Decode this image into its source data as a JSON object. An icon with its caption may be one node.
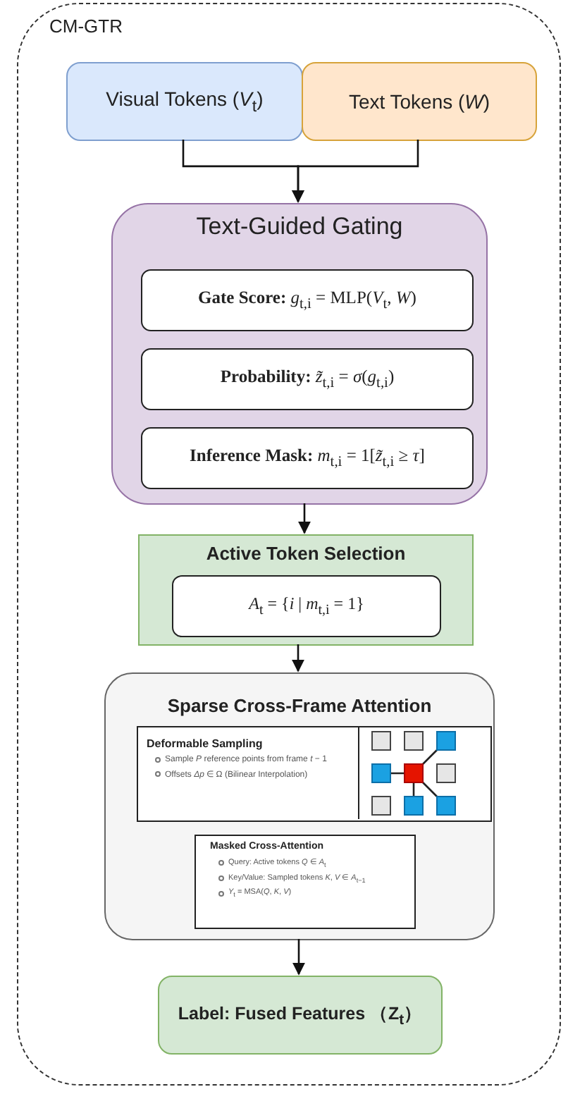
{
  "diagram": {
    "nodes": [
      {
        "text": [
          "CM-GTR"
        ]
      },
      {
        "text": [
          "Visual Tokens (*V*$_{t}$)"
        ],
        "in": 0
      },
      {
        "text": [
          "Text Tokens (*W*)"
        ],
        "in": 0
      },
      {
        "text": [
          "Text-Guided Gating"
        ],
        "in": 0
      },
      {
        "text": [
          "**Gate Score:** *g*$_{t,i}$ = MLP(*V*$_{t}$, *W*)"
        ],
        "in": 3
      },
      {
        "text": [
          "**Probability:** *z̃*$_{t,i}$ = *σ*(*g*$_{t,i}$)"
        ],
        "in": 3
      },
      {
        "text": [
          "**Inference Mask:** *m*$_{t,i}$ = 1[*z̃*$_{t,i}$ ≥ *τ*]"
        ],
        "in": 3
      },
      {
        "text": [
          "Active Token Selection"
        ],
        "in": 0
      },
      {
        "text": [
          "*A*$_{t}$ = {*i* | *m*$_{t,i}$ = 1}"
        ],
        "in": 7
      },
      {
        "text": [
          "Sparse Cross-Frame Attention"
        ],
        "in": 0
      },
      {
        "text": [
          "Deformable Sampling",
          "Sample *P* reference points from frame *t* − 1",
          "Offsets *Δp* ∈ Ω (Bilinear Interpolation)"
        ],
        "in": 9
      },
      {
        "text": [
          "Masked Cross-Attention",
          "Query: Active tokens *Q* ∈ *A*$_{t}$",
          "Key/Value: Sampled tokens *K*, *V* ∈ *A*$_{t−1}$",
          "*Y*$_{t}$ = MSA(*Q*, *K*, *V*)"
        ],
        "in": 9
      },
      {
        "text": [
          "Label: Fused Features （Z$_{t}$）"
        ],
        "in": 0
      }
    ],
    "edges": [
      {
        "from": 1,
        "to": 3,
        "arrow": "to"
      },
      {
        "from": 2,
        "to": 3,
        "arrow": "to"
      },
      {
        "from": 3,
        "to": 7,
        "arrow": "to"
      },
      {
        "from": 7,
        "to": 9,
        "arrow": "to"
      },
      {
        "from": 9,
        "to": 12,
        "arrow": "to"
      }
    ]
  }
}
